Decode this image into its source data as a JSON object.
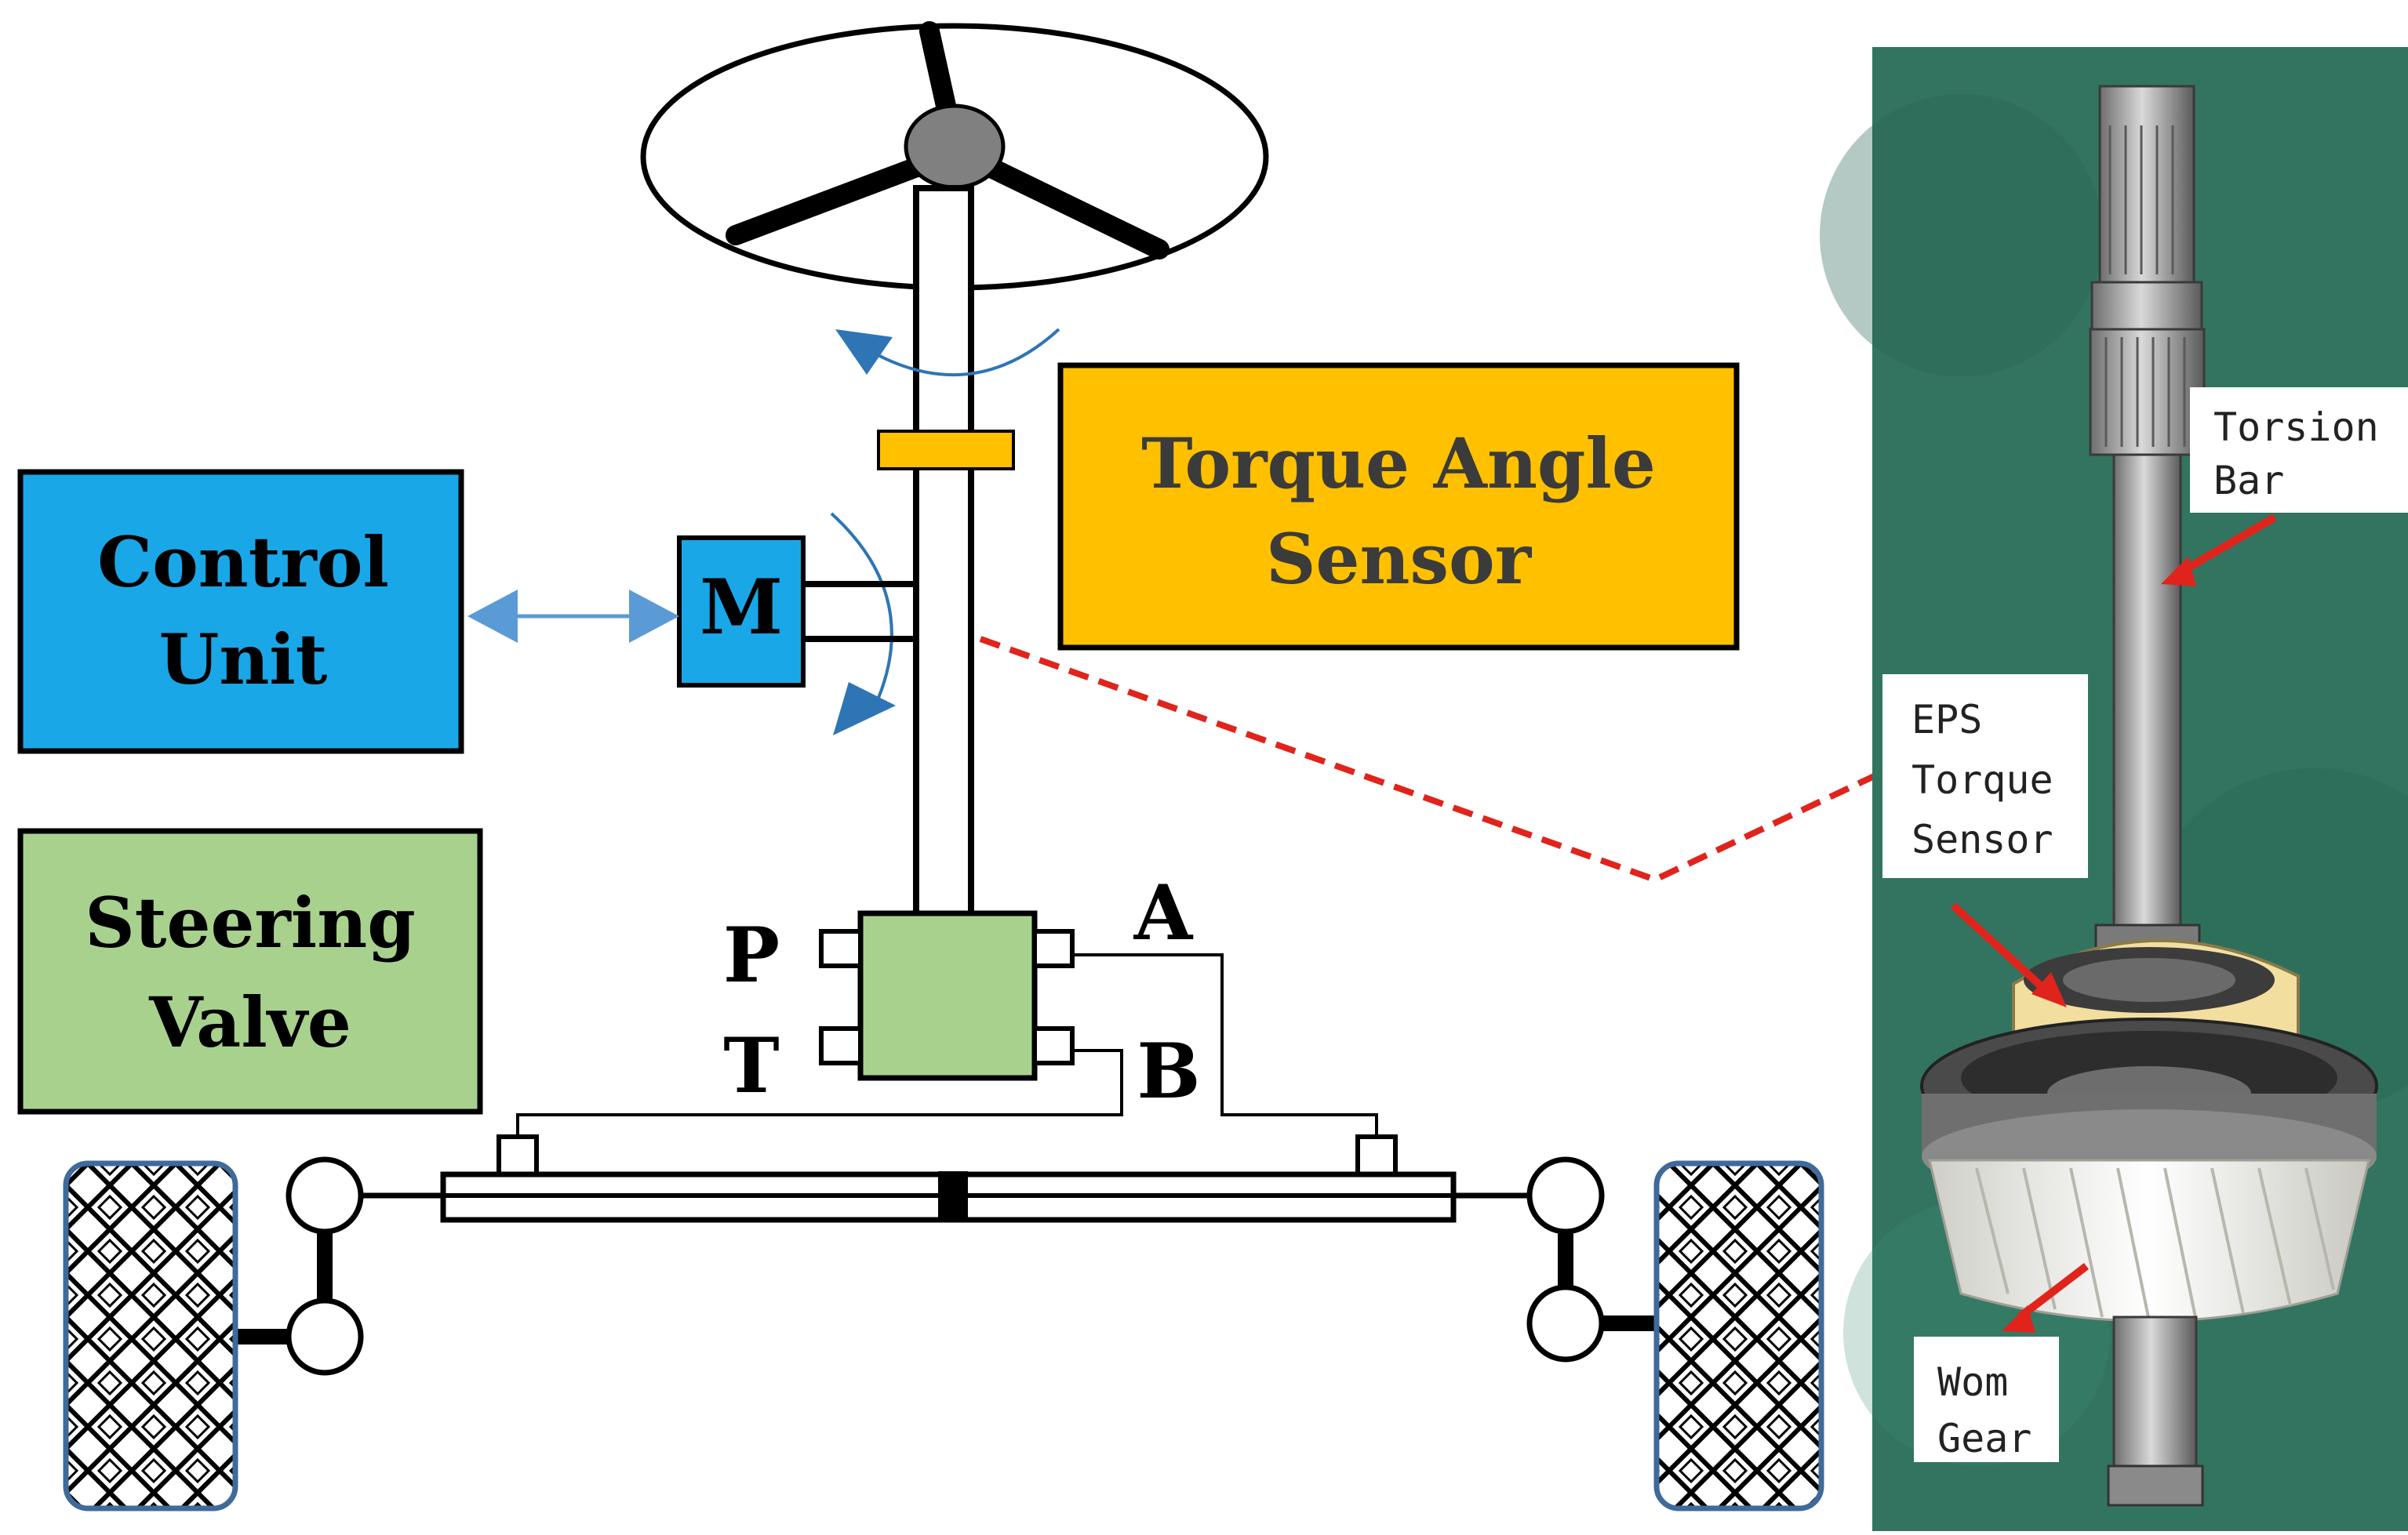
{
  "diagram": {
    "control_unit": {
      "line1": "Control",
      "line2": "Unit"
    },
    "motor": {
      "label": "M"
    },
    "torque_angle_sensor": {
      "line1": "Torque Angle",
      "line2": "Sensor"
    },
    "steering_valve": {
      "line1": "Steering",
      "line2": "Valve"
    },
    "ports": {
      "p": "P",
      "t": "T",
      "a": "A",
      "b": "B"
    }
  },
  "photo": {
    "torsion_bar": {
      "line1": "Torsion",
      "line2": "Bar"
    },
    "eps_torque_sensor": {
      "line1": "EPS",
      "line2": "Torque",
      "line3": "Sensor"
    },
    "worm_gear": {
      "line1": "Wom",
      "line2": "Gear"
    }
  },
  "colors": {
    "control_unit": "#1aa7e8",
    "motor": "#1aa7e8",
    "torque_sensor": "#ffc000",
    "steering_valve": "#a9d18e",
    "arrow_blue": "#2e75b6",
    "dashed_red": "#e0241c",
    "photo_bg": "#2f6f5c",
    "tire_border": "#3f6a9a"
  }
}
